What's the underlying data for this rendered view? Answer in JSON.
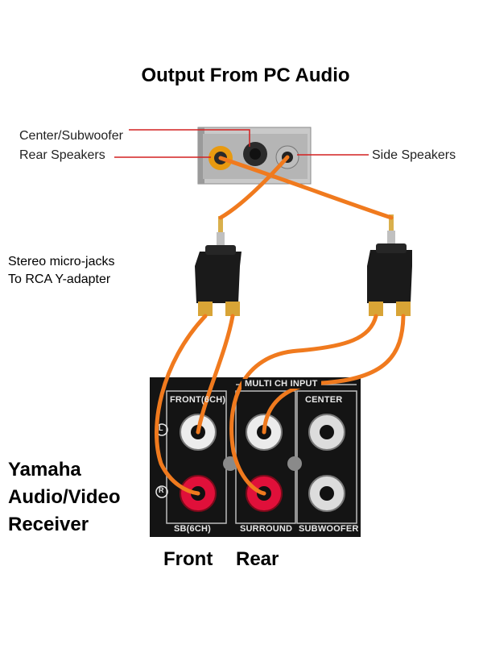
{
  "title": "Output From PC Audio",
  "pc_panel": {
    "labels": {
      "center_subwoofer": "Center/Subwoofer",
      "rear_speakers": "Rear Speakers",
      "side_speakers": "Side Speakers"
    }
  },
  "adapter_label": {
    "line1": "Stereo micro-jacks",
    "line2": "To RCA Y-adapter"
  },
  "receiver": {
    "line1": "Yamaha",
    "line2": "Audio/Video",
    "line3": "Receiver",
    "panel": {
      "header": "MULTI CH INPUT",
      "col1_top": "FRONT(6CH)",
      "col3_top": "CENTER",
      "col1_bottom": "SB(6CH)",
      "col2_bottom": "SURROUND",
      "col3_bottom": "SUBWOOFER",
      "left_mark": "L",
      "right_mark": "R"
    }
  },
  "outputs": {
    "front": "Front",
    "rear": "Rear"
  },
  "colors": {
    "cable": "#f07a1e",
    "label_line": "#d42020",
    "rca_red": "#e0103a",
    "rca_white": "#ececec",
    "panel_black": "#141414",
    "gold": "#d8a436"
  }
}
